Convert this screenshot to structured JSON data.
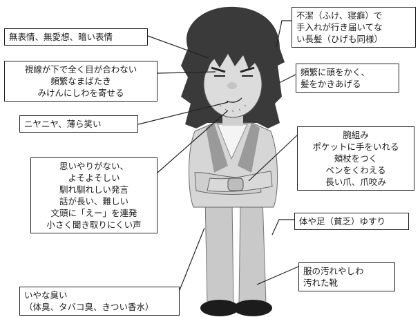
{
  "labels": {
    "expression": [
      "無表情、無愛想、暗い表情"
    ],
    "gaze": [
      "視線が下で全く目が合わない",
      "頻繁なまばたき",
      "みけんにしわを寄せる"
    ],
    "smirk": [
      "ニヤニヤ、薄ら笑い"
    ],
    "speech": [
      "思いやりがない、",
      "よそよそしい",
      "馴れ馴れしい発言",
      "話が長い、難しい",
      "文頭に「えー」を連発",
      "小さく聞き取りにくい声"
    ],
    "smell": [
      "いやな臭い",
      "（体臭、タバコ臭、きつい香水）"
    ],
    "hair": [
      "不潔（ふけ、寝癖）で",
      "手入れが行き届いてな",
      "い長髪（ひげも同様）"
    ],
    "scratch": [
      "頻繁に頭をかく、",
      "髪をかきあげる"
    ],
    "habits": [
      "腕組み",
      "ポケットに手をいれる",
      "頬杖をつく",
      "ペンをくわえる",
      "長い爪、爪咬み"
    ],
    "fidget": [
      "体や足（貧乏）ゆすり"
    ],
    "clothes": [
      "服の汚れやしわ",
      "汚れた靴"
    ]
  }
}
